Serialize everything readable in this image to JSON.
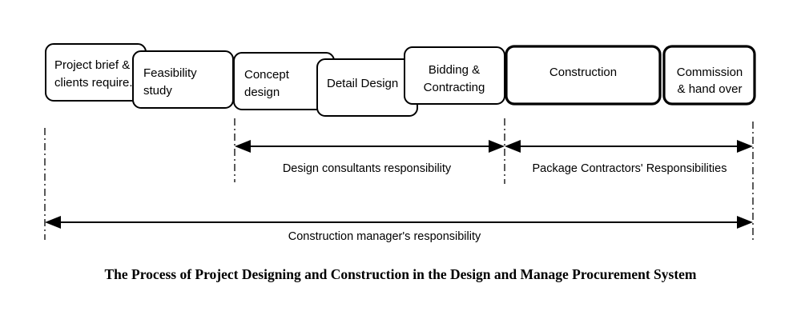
{
  "stages": [
    {
      "id": "project-brief",
      "lines": [
        "Project brief &",
        "clients require."
      ]
    },
    {
      "id": "feasibility-study",
      "lines": [
        "Feasibility",
        "study"
      ]
    },
    {
      "id": "concept-design",
      "lines": [
        "Concept",
        "design"
      ]
    },
    {
      "id": "detail-design",
      "lines": [
        "Detail Design"
      ]
    },
    {
      "id": "bidding-contracting",
      "lines": [
        "Bidding &",
        "Contracting"
      ]
    },
    {
      "id": "construction",
      "lines": [
        "Construction"
      ]
    },
    {
      "id": "commission-handover",
      "lines": [
        "Commission",
        "& hand over"
      ]
    }
  ],
  "responsibilities": {
    "design_consultants": "Design consultants responsibility",
    "package_contractors": "Package Contractors' Responsibilities",
    "construction_manager": "Construction manager's responsibility"
  },
  "caption": "The Process of Project Designing and Construction in the Design and Manage Procurement System"
}
